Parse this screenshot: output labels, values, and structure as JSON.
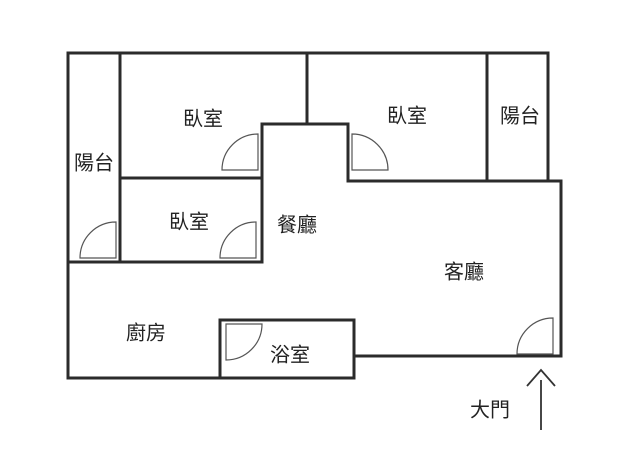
{
  "rooms": {
    "bedroom_top_left": "臥室",
    "bedroom_top_right": "臥室",
    "bedroom_middle": "臥室",
    "balcony_left": "陽台",
    "balcony_right": "陽台",
    "dining": "餐廳",
    "living": "客廳",
    "kitchen": "廚房",
    "bathroom": "浴室"
  },
  "entrance": {
    "label": "大門"
  },
  "colors": {
    "wall": "#2b2b2b",
    "door": "#555555",
    "background": "#ffffff"
  }
}
